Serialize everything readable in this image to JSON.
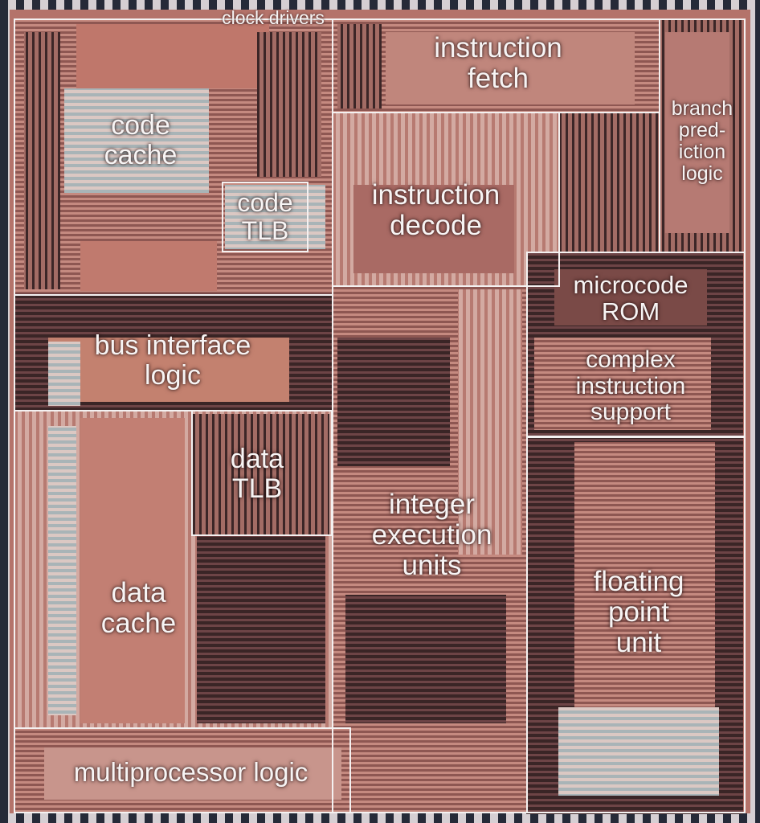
{
  "labels": {
    "clock_drivers": "clock drivers",
    "instruction_fetch": "instruction\nfetch",
    "branch_prediction": "branch\npred-\niction\nlogic",
    "code_cache": "code\ncache",
    "code_tlb": "code\nTLB",
    "instruction_decode": "instruction\ndecode",
    "microcode_rom": "microcode\nROM",
    "bus_interface": "bus interface\nlogic",
    "complex_instruction": "complex\ninstruction\nsupport",
    "data_tlb": "data\nTLB",
    "integer_execution": "integer\nexecution\nunits",
    "data_cache": "data\ncache",
    "floating_point": "floating\npoint\nunit",
    "multiprocessor": "multiprocessor logic"
  },
  "colors": {
    "outline": "#f4f1f1",
    "weave_base": "#b4736a",
    "weave_dark": "#3a2324",
    "weave_light": "#d9c4c0",
    "weave_pink": "#c98e84",
    "weave_blue": "#9fb1ba"
  }
}
